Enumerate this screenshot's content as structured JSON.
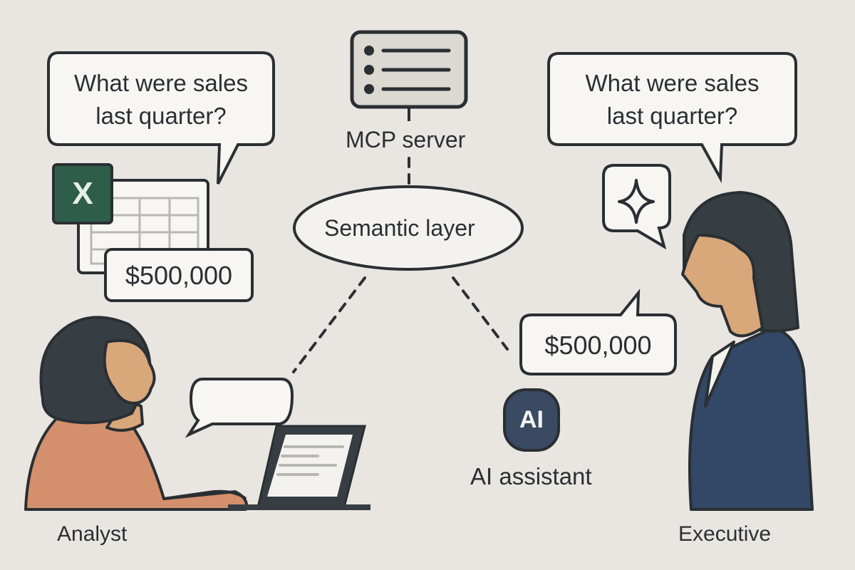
{
  "diagram": {
    "nodes": {
      "mcp_server": {
        "label": "MCP server",
        "icon": "server-list-icon"
      },
      "semantic_layer": {
        "label": "Semantic layer"
      },
      "ai_assistant": {
        "label": "AI assistant",
        "badge": "AI"
      },
      "analyst": {
        "label": "Analyst"
      },
      "executive": {
        "label": "Executive"
      }
    },
    "bubbles": {
      "analyst_question": {
        "line1": "What were sales",
        "line2": "last quarter?"
      },
      "executive_question": {
        "line1": "What were sales",
        "line2": "last quarter?"
      },
      "analyst_answer": "$500,000",
      "executive_answer": "$500,000",
      "spreadsheet_icon_letter": "X"
    },
    "connections": [
      {
        "from": "mcp_server",
        "to": "semantic_layer",
        "style": "dashed"
      },
      {
        "from": "semantic_layer",
        "to": "analyst",
        "style": "dashed"
      },
      {
        "from": "semantic_layer",
        "to": "ai_assistant",
        "style": "dashed"
      }
    ],
    "colors": {
      "background": "#e9e6e2",
      "outline": "#2a2f33",
      "bubble_fill": "#f7f6f3",
      "excel_green": "#2e5e4a",
      "ai_badge": "#3a4a63",
      "suit_navy": "#334766",
      "skin": "#d8a77a",
      "sweater": "#d4906d",
      "hair": "#363e44"
    }
  }
}
